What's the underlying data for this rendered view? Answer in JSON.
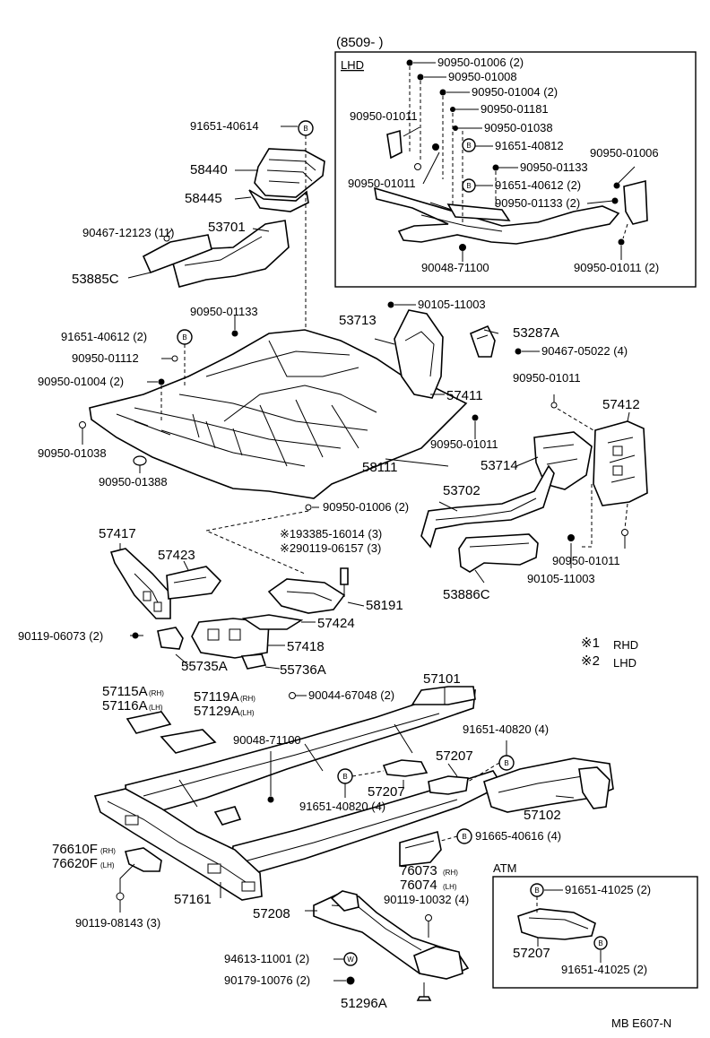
{
  "notes": {
    "date_code": "(8509-      )",
    "lhd": "LHD",
    "atm": "ATM",
    "legend_rhd_mark": "※1",
    "legend_rhd": "RHD",
    "legend_lhd_mark": "※2",
    "legend_lhd": "LHD",
    "figure_code": "MB E607-N"
  },
  "symbols": {
    "b_mark": "B",
    "w_mark": "W"
  },
  "labels": {
    "p58440": "58440",
    "p58445": "58445",
    "p53701": "53701",
    "p53885c": "53885C",
    "p53713": "53713",
    "p53287a": "53287A",
    "p57411": "57411",
    "p57412": "57412",
    "p53714": "53714",
    "p53702": "53702",
    "p58111": "58111",
    "p53886c": "53886C",
    "p57417": "57417",
    "p57423": "57423",
    "p58191": "58191",
    "p57424": "57424",
    "p57418": "57418",
    "p55735a": "55735A",
    "p55736a": "55736A",
    "p57101": "57101",
    "p57115a": "57115A",
    "p57116a": "57116A",
    "p57119a": "57119A",
    "p57129a": "57129A",
    "p57207a": "57207",
    "p57207b": "57207",
    "p57207c": "57207",
    "p57102": "57102",
    "p76610f": "76610F",
    "p76620f": "76620F",
    "p57161": "57161",
    "p76073": "76073",
    "p76074": "76074",
    "p57208": "57208",
    "p51296a": "51296A",
    "rh": "(RH)",
    "lh": "(LH)"
  },
  "fasteners": {
    "f1": "90950-01006 (2)",
    "f2": "90950-01008",
    "f3": "90950-01004 (2)",
    "f4": "90950-01181",
    "f5": "90950-01011",
    "f6": "90950-01038",
    "f7": "91651-40812",
    "f8": "90950-01006",
    "f9": "90950-01133",
    "f10": "90950-01011",
    "f11": "91651-40612 (2)",
    "f12": "90950-01133 (2)",
    "f13": "90048-71100",
    "f14": "90950-01011 (2)",
    "f15": "91651-40614",
    "f16": "90467-12123 (11)",
    "f17": "90105-11003",
    "f18": "90467-05022 (4)",
    "f19": "90950-01133",
    "f20": "91651-40612 (2)",
    "f21": "90950-01112",
    "f22": "90950-01004 (2)",
    "f23": "90950-01011",
    "f24": "90950-01011",
    "f25": "90950-01038",
    "f26": "90950-01388",
    "f27": "90950-01006 (2)",
    "f28": "※193385-16014 (3)",
    "f29": "※290119-06157 (3)",
    "f30": "90105-11003",
    "f31": "90950-01011",
    "f32": "90119-06073 (2)",
    "f33": "90044-67048 (2)",
    "f34": "90048-71100",
    "f35": "91651-40820 (4)",
    "f36": "91651-40820 (4)",
    "f37": "91665-40616 (4)",
    "f38": "90119-10032 (4)",
    "f39": "90119-08143 (3)",
    "f40": "94613-11001 (2)",
    "f41": "90179-10076 (2)",
    "f42": "91651-41025 (2)",
    "f43": "91651-41025 (2)"
  }
}
